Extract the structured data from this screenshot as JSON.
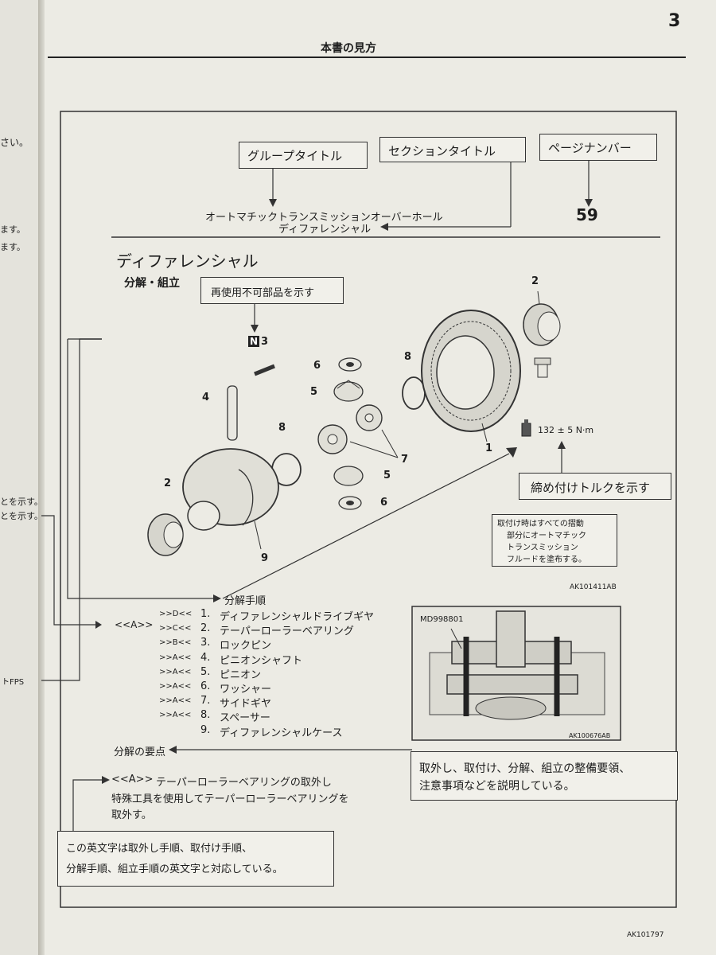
{
  "page_number": "3",
  "page_header": "本書の見方",
  "left_page_fragments": [
    "さい。",
    "ます。",
    "ます。",
    "とを示す。",
    "とを示す。",
    "トFPS"
  ],
  "header_boxes": {
    "group_title": "グループタイトル",
    "section_title": "セクションタイトル",
    "page_number_label": "ページナンバー"
  },
  "group_title_value": "オートマチックトランスミッションオーバーホール",
  "section_title_value": "ディファレンシャル",
  "page_number_value": "59",
  "section_heading": "ディファレンシャル",
  "subheading": "分解・組立",
  "callouts": {
    "non_reusable": "再使用不可部品を示す",
    "torque": "締め付けトルクを示す",
    "fluid_lines": [
      "取付け時はすべての摺動",
      "部分にオートマチック",
      "トランスミッション",
      "フルードを塗布する。"
    ],
    "description_lines": [
      "取外し、取付け、分解、組立の整備要領、",
      "注意事項などを説明している。"
    ],
    "letter_lines": [
      "この英文字は取外し手順、取付け手順、",
      "分解手順、組立手順の英文字と対応している。"
    ]
  },
  "parts_numbers": {
    "n_badge": "N",
    "n_num": "3",
    "p2a": "2",
    "p2b": "2",
    "p4": "4",
    "p5a": "5",
    "p5b": "5",
    "p6a": "6",
    "p6b": "6",
    "p7": "7",
    "p8a": "8",
    "p8b": "8",
    "p9": "9",
    "p1": "1"
  },
  "torque_value": "132 ± 5 N·m",
  "figure_codes": {
    "main": "AK101411AB",
    "tool": "AK100676AB",
    "page": "AK101797"
  },
  "tool_label": "MD998801",
  "procedure": {
    "title": "分解手順",
    "steps": [
      {
        "code": ">>D<<",
        "num": "1.",
        "text": "ディファレンシャルドライブギヤ"
      },
      {
        "code": ">>C<<",
        "num": "2.",
        "text": "テーパーローラーベアリング"
      },
      {
        "code": ">>B<<",
        "num": "3.",
        "text": "ロックピン"
      },
      {
        "code": ">>A<<",
        "num": "4.",
        "text": "ピニオンシャフト"
      },
      {
        "code": ">>A<<",
        "num": "5.",
        "text": "ピニオン"
      },
      {
        "code": ">>A<<",
        "num": "6.",
        "text": "ワッシャー"
      },
      {
        "code": ">>A<<",
        "num": "7.",
        "text": "サイドギヤ"
      },
      {
        "code": ">>A<<",
        "num": "8.",
        "text": "スペーサー"
      },
      {
        "code": "",
        "num": "9.",
        "text": "ディファレンシャルケース"
      }
    ]
  },
  "step_marker": "<<A>>",
  "key_points": {
    "title": "分解の要点",
    "item_code": "<<A>>",
    "item_title": "テーパーローラーベアリングの取外し",
    "body_lines": [
      "特殊工具を使用してテーパーローラーベアリングを",
      "取外す。"
    ]
  }
}
